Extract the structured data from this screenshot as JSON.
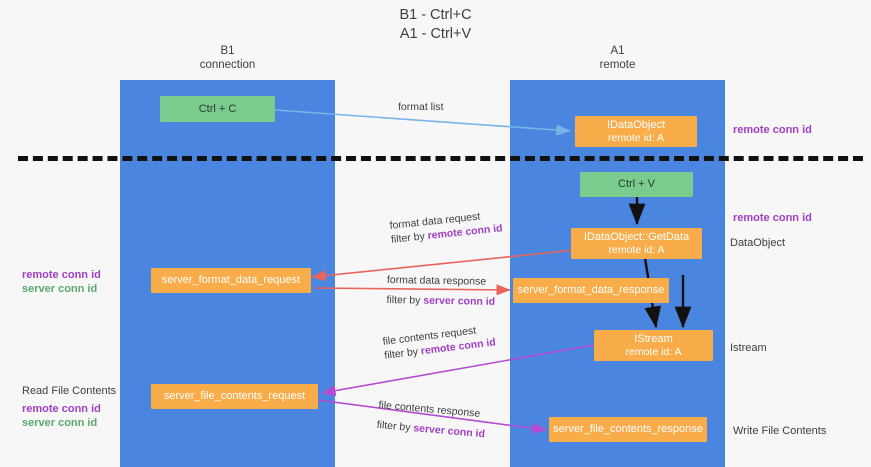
{
  "title": {
    "line1": "B1 - Ctrl+C",
    "line2": "A1 - Ctrl+V"
  },
  "columns": {
    "left": {
      "name": "B1",
      "role": "connection"
    },
    "right": {
      "name": "A1",
      "role": "remote"
    }
  },
  "colors": {
    "lane": "#4a86e0",
    "box_orange": "#f9ac4a",
    "box_green": "#79cb8e",
    "remote_conn_id": "#a13ec4",
    "server_conn_id": "#5aa86f",
    "arrow_format_list": "#79b4e8",
    "arrow_format_data": "#e8645c",
    "arrow_file_contents": "#b44ad2",
    "arrow_black": "#111111",
    "divider": "#111111",
    "background": "#f7f7f7"
  },
  "boxes": {
    "ctrl_c": {
      "label": "Ctrl + C",
      "kind": "green"
    },
    "ctrl_v": {
      "label": "Ctrl + V",
      "kind": "green"
    },
    "idataobject": {
      "line1": "IDataObject",
      "line2": "remote id: A",
      "kind": "orange"
    },
    "idataobject_getdata": {
      "line1": "IDataObject::GetData",
      "line2": "remote id: A",
      "kind": "orange"
    },
    "istream": {
      "line1": "IStream",
      "line2": "remote id: A",
      "kind": "orange"
    },
    "server_format_data_request": {
      "label": "server_format_data_request",
      "kind": "orange"
    },
    "server_format_data_response": {
      "label": "server_format_data_response",
      "kind": "orange"
    },
    "server_file_contents_request": {
      "label": "server_file_contents_request",
      "kind": "orange"
    },
    "server_file_contents_response": {
      "label": "server_file_contents_response",
      "kind": "orange"
    }
  },
  "edges": {
    "format_list": {
      "label": "format list"
    },
    "format_data_request": {
      "label": "format data request",
      "filter_prefix": "filter by ",
      "filter_key": "remote conn id"
    },
    "format_data_response": {
      "label": "format data response",
      "filter_prefix": "filter by ",
      "filter_key": "server conn id"
    },
    "file_contents_request": {
      "label": "file contents request",
      "filter_prefix": "filter by ",
      "filter_key": "remote conn id"
    },
    "file_contents_response": {
      "label": "file contents response",
      "filter_prefix": "filter by ",
      "filter_key": "server conn id"
    }
  },
  "annotations": {
    "right_top_remote_conn_id": "remote conn id",
    "right_mid_remote_conn_id": "remote conn id",
    "right_dataobject": "DataObject",
    "right_istream": "Istream",
    "right_write_file_contents": "Write File Contents",
    "left_remote_conn_id": "remote conn id",
    "left_server_conn_id": "server conn id",
    "left_read_file_contents": "Read File Contents",
    "left_remote_conn_id_2": "remote conn id",
    "left_server_conn_id_2": "server conn id"
  }
}
